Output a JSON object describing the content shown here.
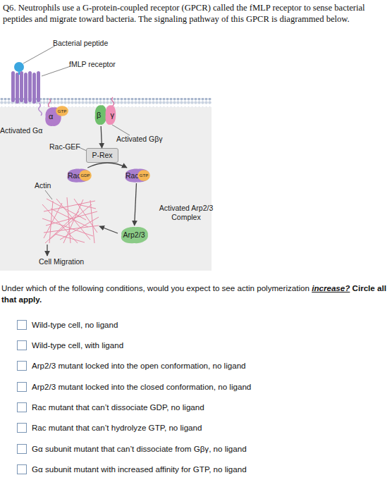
{
  "diagram": {
    "title": "Q6. Neutrophils use a G-protein-coupled receptor (GPCR) called the fMLP receptor to sense bacterial peptides and migrate toward bacteria. The signaling pathway of this GPCR is diagrammed below.",
    "nodes": [
      {
        "text": [
          "α"
        ]
      },
      {
        "text": [
          "GTP"
        ],
        "in": 0
      },
      {
        "text": [
          "β"
        ]
      },
      {
        "text": [
          "γ"
        ]
      },
      {
        "text": [
          "P-Rex"
        ]
      },
      {
        "text": [
          "Rac"
        ]
      },
      {
        "text": [
          "GDP"
        ],
        "in": 5
      },
      {
        "text": [
          "Rac"
        ]
      },
      {
        "text": [
          "GTP"
        ],
        "in": 7
      },
      {
        "text": [
          "Arp2/3"
        ]
      }
    ],
    "edges": [
      {
        "from": 2,
        "to": 4,
        "arrow": "to"
      },
      {
        "from": 5,
        "to": 7,
        "arrow": "to"
      },
      {
        "from": 7,
        "to": 9,
        "arrow": "to"
      }
    ],
    "labels": [
      "Bacterial peptide",
      "fMLP receptor",
      "Activated Gα",
      "Activated Gβγ",
      "Rac-GEF",
      "Actin",
      "Activated Arp2/3 Complex",
      "Cell Migration",
      "Under which of the following conditions, would you expect to see actin polymerization",
      "increase?",
      "Circle all that apply.",
      "Wild-type cell, no ligand",
      "Wild-type cell, with ligand",
      "Arp2/3 mutant locked into the open conformation, no ligand",
      "Arp2/3 mutant locked into the closed conformation, no ligand",
      "Rac mutant that can’t dissociate GDP, no ligand",
      "Rac mutant that can’t hydrolyze GTP, no ligand",
      "Gα subunit mutant that can’t dissociate from Gβγ, no ligand",
      "Gα subunit mutant with increased affinity for GTP, no ligand"
    ]
  }
}
